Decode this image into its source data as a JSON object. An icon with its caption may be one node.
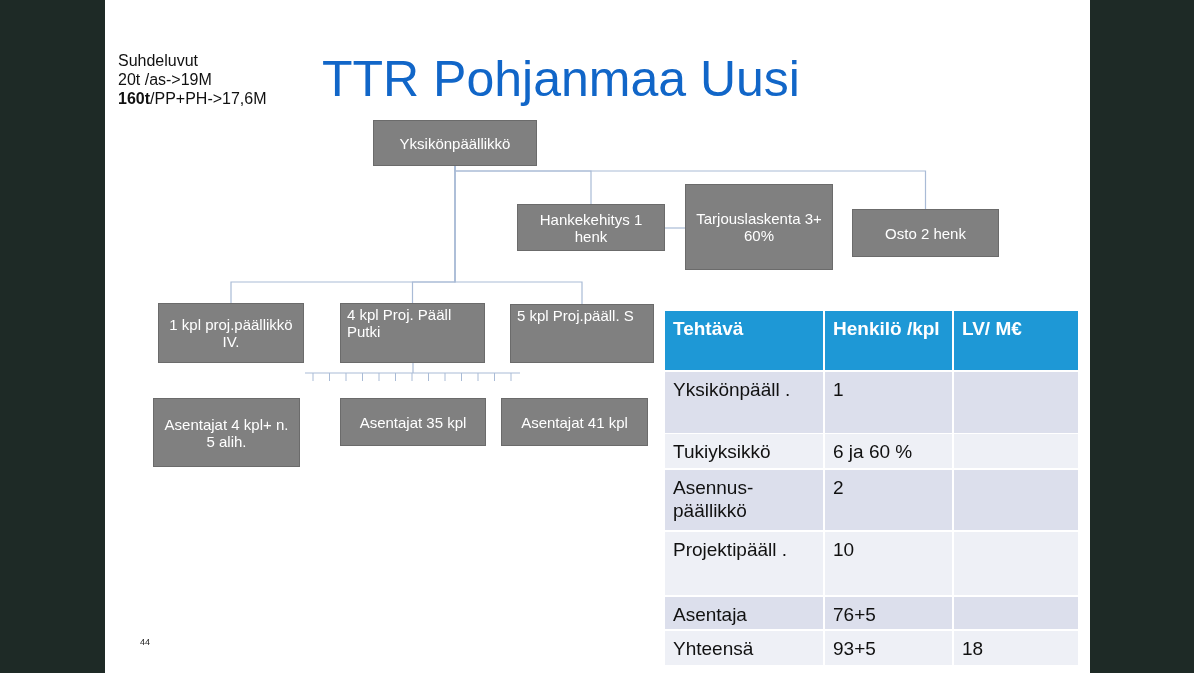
{
  "diagram": {
    "title": "TTR Pohjanmaa Uusi",
    "nodes": [
      {
        "text": [
          "Yksikönpäällikkö"
        ]
      },
      {
        "text": [
          "Hankekehitys 1 henk"
        ]
      },
      {
        "text": [
          "Tarjouslaskenta 3+ 60%"
        ]
      },
      {
        "text": [
          "Osto 2 henk"
        ]
      },
      {
        "text": [
          "1 kpl proj.päällikkö IV."
        ]
      },
      {
        "text": [
          "4 kpl Proj. Pääll Putki"
        ]
      },
      {
        "text": [
          "5 kpl Proj.pääll. S"
        ]
      },
      {
        "text": [
          "Asentajat 4 kpl+ n. 5 alih."
        ]
      },
      {
        "text": [
          "Asentajat 35 kpl"
        ]
      },
      {
        "text": [
          "Asentajat 41 kpl"
        ]
      }
    ],
    "edges": [
      {
        "from": 0,
        "to": 1,
        "arrow": "none"
      },
      {
        "from": 0,
        "to": 3,
        "arrow": "none"
      },
      {
        "from": 0,
        "to": 4,
        "arrow": "none"
      },
      {
        "from": 0,
        "to": 5,
        "arrow": "none"
      },
      {
        "from": 0,
        "to": 6,
        "arrow": "none"
      },
      {
        "from": 1,
        "to": 2,
        "arrow": "none"
      },
      {
        "from": 5,
        "to": null,
        "arrow": "none"
      }
    ],
    "labels": [
      "Suhdeluvut",
      "20t /as->19M",
      "**160t**/PP+PH->17,6M",
      "Tehtävä",
      "Henkilö /kpl",
      "LV/ M€",
      "Yksikönpääll .",
      "1",
      "Tukiyksikkö",
      "6 ja 60 %",
      "Asennus- päällikkö",
      "2",
      "Projektipääll .",
      "10",
      "Asentaja",
      "76+5",
      "Yhteensä",
      "93+5",
      "18",
      "44"
    ]
  }
}
